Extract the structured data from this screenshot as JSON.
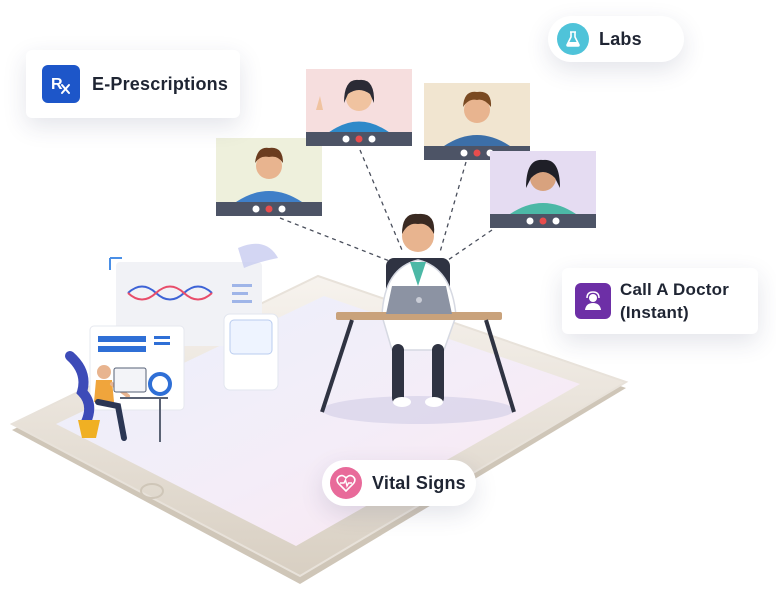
{
  "features": {
    "eprescriptions": {
      "label": "E-Prescriptions",
      "icon": "rx-icon",
      "color": "#1d56c9"
    },
    "labs": {
      "label": "Labs",
      "icon": "flask-icon",
      "color": "#4fc3d9"
    },
    "call_doctor": {
      "line1": "Call A Doctor",
      "line2": "(Instant)",
      "icon": "doctor-headset-icon",
      "color": "#6d2fa6"
    },
    "vital_signs": {
      "label": "Vital Signs",
      "icon": "heart-pulse-icon",
      "color": "#e86a9a"
    }
  },
  "rx_glyph": "R"
}
